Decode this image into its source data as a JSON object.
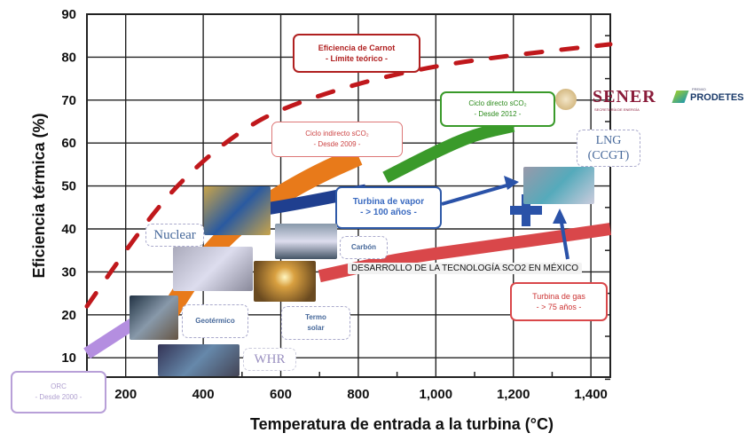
{
  "chart_data": {
    "type": "line",
    "title": "",
    "xlabel": "Temperatura de entrada a la turbina (°C)",
    "ylabel": "Eficiencia térmica (%)",
    "xlim": [
      100,
      1450
    ],
    "ylim": [
      5.5,
      90
    ],
    "xticks": [
      "200",
      "400",
      "600",
      "800",
      "1,000",
      "1,200",
      "1,400"
    ],
    "xtick_values": [
      200,
      400,
      600,
      800,
      1000,
      1200,
      1400
    ],
    "yticks": [
      "10",
      "20",
      "30",
      "40",
      "50",
      "60",
      "70",
      "80",
      "90"
    ],
    "ytick_values": [
      10,
      20,
      30,
      40,
      50,
      60,
      70,
      80,
      90
    ],
    "grid": true,
    "series": [
      {
        "name": "Eficiencia de Carnot",
        "color": "#c0181c",
        "style": "dashed",
        "x": [
          100,
          200,
          300,
          400,
          500,
          600,
          800,
          1000,
          1200,
          1450
        ],
        "y": [
          22,
          35,
          47,
          56,
          63,
          68,
          74,
          78,
          80.5,
          83
        ]
      },
      {
        "name": "ORC",
        "color": "#b48ee0",
        "x": [
          100,
          220
        ],
        "y": [
          11,
          18
        ]
      },
      {
        "name": "Ciclo indirecto sCO2",
        "color": "#e87a1a",
        "x": [
          280,
          400,
          500,
          600,
          700,
          800
        ],
        "y": [
          16,
          33,
          42,
          48,
          53,
          57
        ]
      },
      {
        "name": "Turbina de vapor",
        "color": "#1f3f8f",
        "x": [
          520,
          650,
          820
        ],
        "y": [
          44,
          46,
          49
        ]
      },
      {
        "name": "Ciclo directo sCO2",
        "color": "#3a9a2a",
        "x": [
          870,
          1000,
          1100,
          1200
        ],
        "y": [
          52,
          58,
          62,
          64
        ]
      },
      {
        "name": "Turbina de gas",
        "color": "#d9474a",
        "x": [
          700,
          900,
          1100,
          1300,
          1450
        ],
        "y": [
          29,
          33,
          35.5,
          38,
          40
        ]
      }
    ],
    "annotations": {
      "carnot": {
        "title": "Eficiencia de Carnot",
        "sub": "- Límite teórico -"
      },
      "indirecto": {
        "title": "Ciclo indirecto sCO₂",
        "sub": "- Desde 2009 -"
      },
      "directo": {
        "title": "Ciclo directo sCO₂",
        "sub": "- Desde 2012 -"
      },
      "vapor": {
        "title": "Turbina de vapor",
        "sub": "- > 100 años -"
      },
      "gas": {
        "title": "Turbina de gas",
        "sub": "- > 75 años -"
      },
      "orc": {
        "title": "ORC",
        "sub": "- Desde 2000 -"
      },
      "nuclear": "Nuclear",
      "carbon": "Carbón",
      "geotermico": "Geotérmico",
      "termo": "Termo",
      "solar": "solar",
      "whr": "WHR",
      "lng": "LNG",
      "ccgt": "(CCGT)"
    },
    "overlay": "DESARROLLO DE LA  TECNOLOGÍA SCO2 EN MÉXICO",
    "logos": {
      "sener": "SENER",
      "sener_sub": "SECRETARÍA DE ENERGÍA",
      "premio": "PREMIO",
      "prodetes": "PRODETES"
    }
  }
}
